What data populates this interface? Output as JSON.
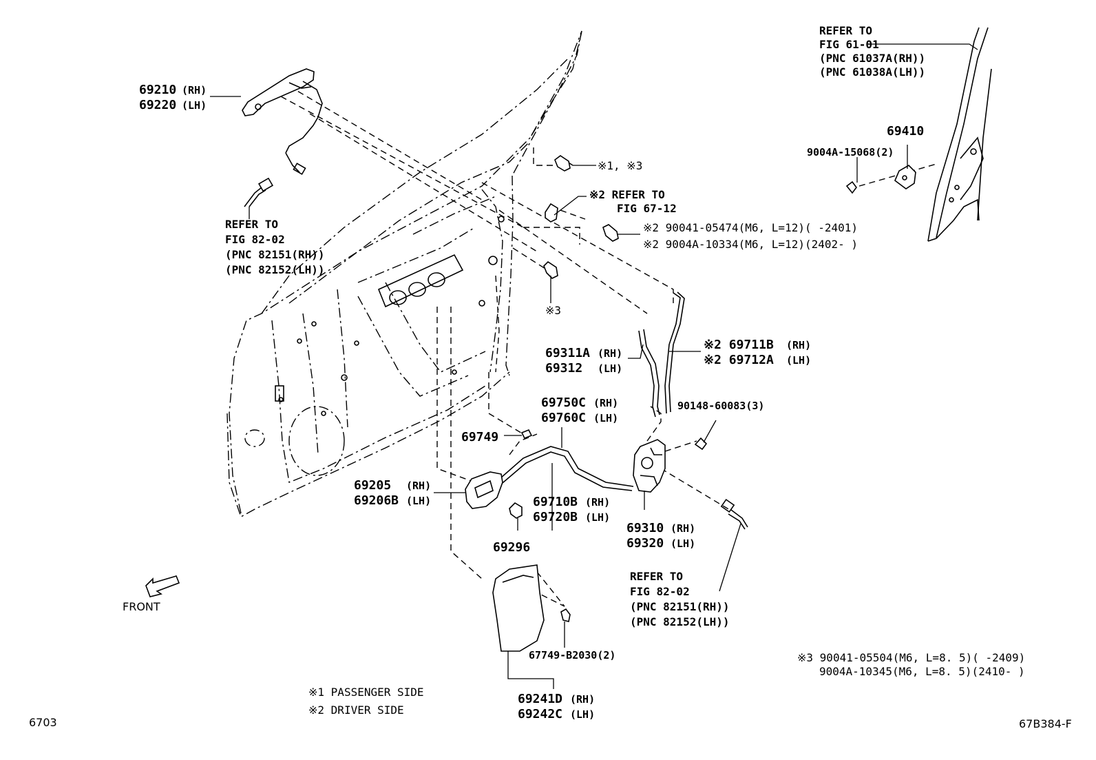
{
  "labels": {
    "handle_rh": "69210",
    "handle_rh_side": "(RH)",
    "handle_lh": "69220",
    "handle_lh_side": "(LH)",
    "ref_82_02_left": [
      "REFER TO",
      "FIG 82-02",
      "(PNC 82151(RH))",
      "(PNC 82152(LH))"
    ],
    "bolt_note_13": "※1, ※3",
    "ref_67_12": [
      "※2 REFER TO",
      "FIG 67-12"
    ],
    "bolt_2_a": "※2 90041-05474(M6, L=12)(      -2401)",
    "bolt_2_b": "※2 9004A-10334(M6, L=12)(2402-      )",
    "bolt_note_3": "※3",
    "ref_61_01": [
      "REFER TO",
      "FIG 61-01",
      "(PNC 61037A(RH))",
      "(PNC 61038A(LH))"
    ],
    "striker": "69410",
    "striker_screw": "9004A-15068(2)",
    "rod_rh": "69311A",
    "rod_rh_side": "(RH)",
    "rod_lh": "69312",
    "rod_lh_side": "(LH)",
    "cable_rh": "※2 69711B",
    "cable_rh_side": "(RH)",
    "cable_lh": "※2 69712A",
    "cable_lh_side": "(LH)",
    "lock_cable_rh": "69750C",
    "lock_cable_rh_side": "(RH)",
    "lock_cable_lh": "69760C",
    "lock_cable_lh_side": "(LH)",
    "clip": "69749",
    "screw_lock": "90148-60083(3)",
    "inner_handle_rh": "69205",
    "inner_handle_rh_side": "(RH)",
    "inner_handle_lh": "69206B",
    "inner_handle_lh_side": "(LH)",
    "inner_cable_rh": "69710B",
    "inner_cable_rh_side": "(RH)",
    "inner_cable_lh": "69720B",
    "inner_cable_lh_side": "(LH)",
    "lock_rh": "69310",
    "lock_rh_side": "(RH)",
    "lock_lh": "69320",
    "lock_lh_side": "(LH)",
    "screw_handle": "69296",
    "ref_82_02_right": [
      "REFER TO",
      "FIG  82-02",
      "(PNC 82151(RH))",
      "(PNC 82152(LH))"
    ],
    "front": "FRONT",
    "fastener": "67749-B2030(2)",
    "cover_rh": "69241D",
    "cover_rh_side": "(RH)",
    "cover_lh": "69242C",
    "cover_lh_side": "(LH)",
    "note_1": "※1 PASSENGER SIDE",
    "note_2": "※2 DRIVER SIDE",
    "bolt_3_a": "※3 90041-05504(M6, L=8. 5)(      -2409)",
    "bolt_3_b": "9004A-10345(M6, L=8. 5)(2410-      )",
    "page_code": "6703",
    "figure_code": "67B384-F"
  }
}
